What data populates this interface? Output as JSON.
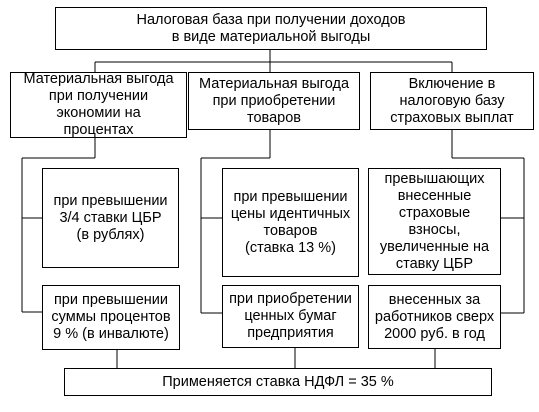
{
  "root": "Налоговая база при получении доходов\nв виде материальной выгоды",
  "columns": [
    {
      "header": "Материальная выгода\nпри получении\nэкономии на\nпроцентах",
      "items": [
        "при превышении\n3/4 ставки ЦБР\n(в рублях)",
        "при превышении\nсуммы процентов\n9 % (в инвалюте)"
      ]
    },
    {
      "header": "Материальная выгода\nпри приобретении\nтоваров",
      "items": [
        "при превышении\nцены идентичных\nтоваров\n(ставка 13 %)",
        "при приобретении\nценных бумаг\nпредприятия"
      ]
    },
    {
      "header": "Включение в\nналоговую базу\nстраховых выплат",
      "items": [
        "превышающих\nвнесенные\nстраховые взносы,\nувеличенные на\nставку ЦБР",
        "внесенных за\nработников сверх\n2000 руб. в год"
      ]
    }
  ],
  "result": "Применяется ставка НДФЛ = 35 %"
}
